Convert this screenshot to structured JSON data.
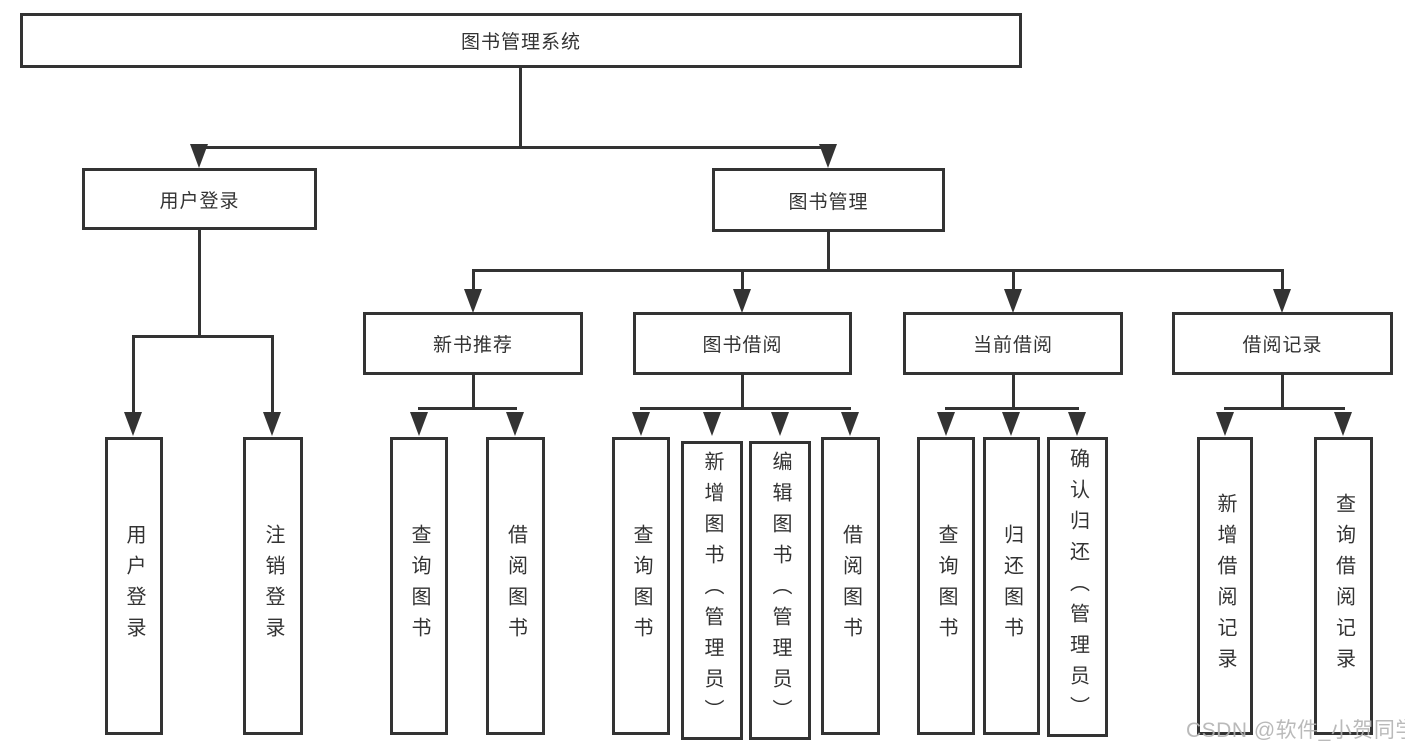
{
  "diagram": {
    "title": "图书管理系统",
    "root": {
      "label": "图书管理系统"
    },
    "branches": [
      {
        "id": "user-login",
        "label": "用户登录",
        "children": [
          "用户登录",
          "注销登录"
        ]
      },
      {
        "id": "book-management",
        "label": "图书管理",
        "sections": [
          {
            "id": "new-book-recommend",
            "label": "新书推荐",
            "children": [
              "查询图书",
              "借阅图书"
            ]
          },
          {
            "id": "book-borrow",
            "label": "图书借阅",
            "children": [
              "查询图书",
              "新增图书（管理员）",
              "编辑图书（管理员）",
              "借阅图书"
            ]
          },
          {
            "id": "current-borrow",
            "label": "当前借阅",
            "children": [
              "查询图书",
              "归还图书",
              "确认归还（管理员）"
            ]
          },
          {
            "id": "borrow-record",
            "label": "借阅记录",
            "children": [
              "新增借阅记录",
              "查询借阅记录"
            ]
          }
        ]
      }
    ]
  },
  "watermark": {
    "text": "CSDN @软件_小贺同学"
  },
  "colors": {
    "line": "#333333",
    "text": "#333333",
    "background": "#ffffff",
    "watermark": "#b2b2b2"
  }
}
